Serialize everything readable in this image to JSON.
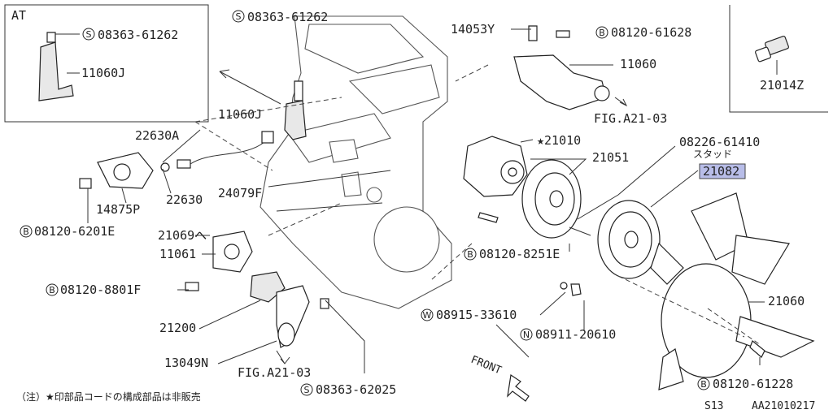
{
  "inset_left": {
    "title": "AT",
    "bolt": "08363-61262",
    "bolt_prefix": "S",
    "bracket": "11060J"
  },
  "inset_right": {
    "part": "21014Z"
  },
  "labels": {
    "top_bolt": "08363-61262",
    "top_bolt_prefix": "S",
    "bracket_11060j": "11060J",
    "sensor_22630a": "22630A",
    "harness_24079f": "24079F",
    "sensor_22630": "22630",
    "part_14875p": "14875P",
    "bolt_6201e": "08120-6201E",
    "bolt_6201e_prefix": "B",
    "part_21069": "21069へ",
    "part_11061": "11061",
    "bolt_8801f": "08120-8801F",
    "bolt_8801f_prefix": "B",
    "part_21200": "21200",
    "part_13049n": "13049N",
    "fig_bottom": "FIG.A21-03",
    "bolt_62025": "08363-62025",
    "bolt_62025_prefix": "S",
    "part_14053y": "14053Y",
    "bolt_61628": "08120-61628",
    "bolt_61628_prefix": "B",
    "part_11060": "11060",
    "fig_top": "FIG.A21-03",
    "pump_21010": "★21010",
    "pulley_21051": "21051",
    "stud_08226": "08226-61410",
    "stud_note": "スタッド",
    "clutch_21082": "21082",
    "bolt_8251e": "08120-8251E",
    "bolt_8251e_prefix": "B",
    "washer_33610": "08915-33610",
    "washer_33610_prefix": "W",
    "nut_20610": "08911-20610",
    "nut_20610_prefix": "N",
    "fan_21060": "21060",
    "bolt_61228": "08120-61228",
    "bolt_61228_prefix": "B",
    "front": "FRONT"
  },
  "footer": {
    "note": "（注）★印部品コードの構成部品は非販売",
    "model": "S13",
    "figure_id": "AA21010217"
  },
  "colors": {
    "highlight": "#b8bde8",
    "line": "#333333"
  }
}
